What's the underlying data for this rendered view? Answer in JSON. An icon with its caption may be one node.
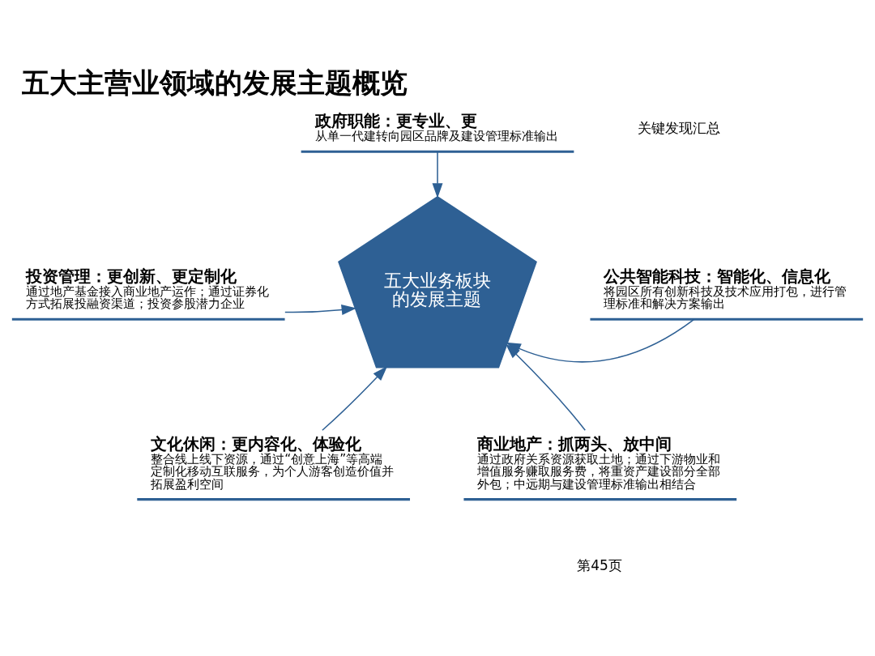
{
  "diagram": {
    "title": "五大主营业领域的发展主题概览",
    "nodes": [
      {
        "text": [
          "五大业务板块的发展主题"
        ]
      },
      {
        "text": [
          "政府职能：更专业、更",
          "从单一代建转向园区品牌及建设管理标准输出"
        ]
      },
      {
        "text": [
          "投资管理：更创新、更定制化",
          "通过地产基金接入商业地产运作；通过证券化方式拓展投融资渠道；投资参股潜力企业"
        ]
      },
      {
        "text": [
          "公共智能科技：智能化、信息化",
          "将园区所有创新科技及技术应用打包，进行管理标准和解决方案输出"
        ]
      },
      {
        "text": [
          "文化休闲：更内容化、体验化",
          "整合线上线下资源，通过“创意上海”等高端定制化移动互联服务，为个人游客创造价值并拓展盈利空间"
        ]
      },
      {
        "text": [
          "商业地产：抓两头、放中间",
          "通过政府关系资源获取土地；通过下游物业和增值服务赚取服务费，将重资产建设部分全部外包；中远期与建设管理标准输出相结合"
        ]
      }
    ],
    "edges": [
      {
        "from": 1,
        "to": 0,
        "arrow": "to"
      },
      {
        "from": 2,
        "to": 0,
        "arrow": "to"
      },
      {
        "from": 3,
        "to": 0,
        "arrow": "to"
      },
      {
        "from": 4,
        "to": 0,
        "arrow": "to"
      },
      {
        "from": 5,
        "to": 0,
        "arrow": "to"
      }
    ],
    "labels": [
      "关键发现汇总",
      "第45页"
    ]
  }
}
